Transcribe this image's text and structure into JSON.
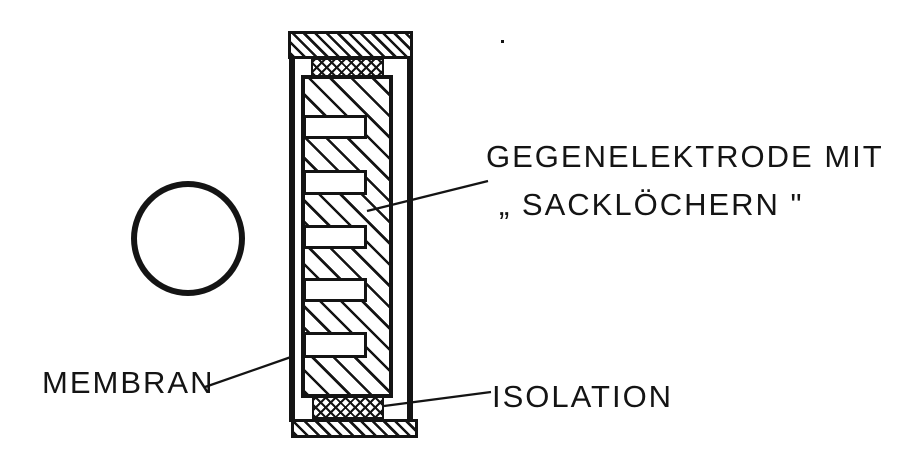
{
  "page": {
    "background": "#ffffff",
    "ink_color": "#141414"
  },
  "diagram": {
    "type": "technical-cross-section",
    "labels": {
      "counter_electrode_line1": "GEGENELEKTRODE MIT",
      "counter_electrode_line2": "„ SACKLÖCHERN \"",
      "membrane": "MEMBRAN",
      "isolation": "ISOLATION"
    },
    "parts": [
      {
        "name": "front-view-circle"
      },
      {
        "name": "top-cap-hatched"
      },
      {
        "name": "top-insulation-crosshatched"
      },
      {
        "name": "counter-electrode-hatched"
      },
      {
        "name": "blind-holes",
        "count": 5
      },
      {
        "name": "membrane-line"
      },
      {
        "name": "housing-right-wall"
      },
      {
        "name": "bottom-insulation-crosshatched"
      },
      {
        "name": "bottom-cap-hatched"
      }
    ]
  }
}
